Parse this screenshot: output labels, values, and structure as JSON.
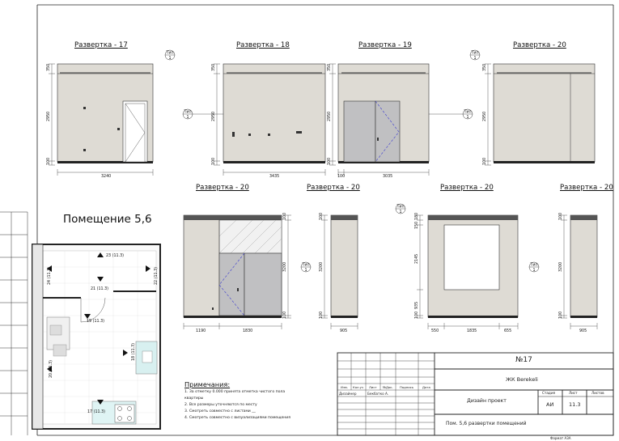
{
  "elevations": {
    "e17": "Развертка - 17",
    "e18": "Развертка - 18",
    "e19": "Развертка - 19",
    "e20a": "Развертка - 20",
    "e20b": "Развертка - 20",
    "e20c": "Развертка - 20",
    "e20d": "Развертка - 20",
    "e20e": "Развертка - 20"
  },
  "tag_label": "Тип",
  "tag_number": "1",
  "dimensions": {
    "e17_h_top": "350",
    "e17_h_main": "2950",
    "e17_h_bot": "100",
    "e17_w": "3240",
    "e18_h_top": "350",
    "e18_h_main": "2950",
    "e18_h_bot": "100",
    "e18_w": "3435",
    "e19_h_top": "350",
    "e19_h_main": "2950",
    "e19_h_bot": "100",
    "e19_w_small": "100",
    "e19_w": "3035",
    "e20a_h_top": "350",
    "e20a_h_main": "2950",
    "e20a_h_bot": "100",
    "e20b_h_top": "100",
    "e20b_h": "3200",
    "e20b_h_bot": "100",
    "e20b_w1": "1190",
    "e20b_w2": "1830",
    "e20c_h_top": "100",
    "e20c_h": "3200",
    "e20c_h_bot": "100",
    "e20c_w": "905",
    "e20d_h_top": "180",
    "e20d_h_2": "150",
    "e20d_h_main": "2145",
    "e20d_h_low": "935",
    "e20d_h_bot": "100",
    "e20d_w1": "550",
    "e20d_w2": "1835",
    "e20d_w3": "655",
    "e20e_h_top": "100",
    "e20e_h": "3200",
    "e20e_h_bot": "100",
    "e20e_w": "905"
  },
  "room": {
    "title": "Помещение 5,6",
    "tags": [
      "23 (11.3)",
      "24 (11.3)",
      "21 (11.3)",
      "22 (11.3)",
      "19 (11.3)",
      "18 (11.3)",
      "20 (11.3)",
      "17 (11.3)"
    ]
  },
  "notes": {
    "title": "Примечания:",
    "items": [
      "1.   За отметку 0.000 принята отметка чистого пола",
      "      квартиры",
      "2.   Все размеры уточняются по месту",
      "3.   Смотреть совместно с листами __",
      "4.   Смотреть совместно с визуализациями помещения"
    ]
  },
  "title_block": {
    "number": "№17",
    "project": "ЖК Berekeli",
    "cols": [
      "Изм.",
      "Кол.уч",
      "Лист",
      "№Док.",
      "Подпись",
      "Дата"
    ],
    "designer_role": "Дизайнер",
    "designer_name": "Бекбатко А.",
    "stage_label": "Стадия",
    "sheet_label": "Лист",
    "sheets_label": "Листов",
    "subject": "Дизайн проект",
    "stage": "АИ",
    "sheet": "11.3",
    "sheet_title": "Пом. 5,6 развертки помещений",
    "format": "Формат А3А"
  }
}
